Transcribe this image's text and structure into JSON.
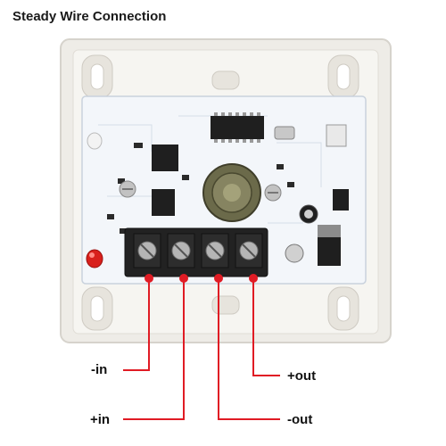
{
  "title": "Steady Wire Connection",
  "labels": {
    "neg_in": "-in",
    "pos_in": "+in",
    "neg_out": "-out",
    "pos_out": "+out"
  },
  "colors": {
    "plate": "#f1efea",
    "pcb": "#f4f7fb",
    "terminal": "#222222",
    "wire": "#e01b24",
    "led": "#d8201c"
  }
}
